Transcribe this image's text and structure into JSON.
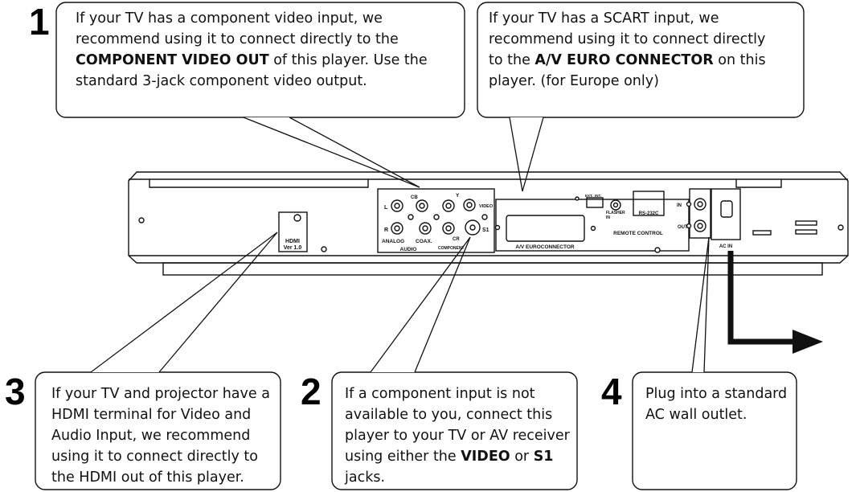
{
  "steps": [
    {
      "number": "1",
      "text_before": "If your TV has a component video input, we recommend using it to connect directly to the ",
      "bold": "COMPONENT VIDEO OUT",
      "text_after": " of this player. Use the standard 3-jack component video output."
    },
    {
      "text_before": "If your TV has a SCART input, we recommend using it to connect directly to the ",
      "bold": "A/V EURO CONNECTOR",
      "text_after": " on this player. (for Europe only)"
    },
    {
      "number": "3",
      "text": "If your TV and projector have a HDMI terminal for Video and Audio Input, we recommend using it to connect directly to the HDMI out of this player."
    },
    {
      "number": "2",
      "text_before": "If a component input is not available to you, connect this player to your TV or AV receiver using either the ",
      "bold1": "VIDEO",
      "text_mid": " or ",
      "bold2": "S1",
      "text_after": " jacks."
    },
    {
      "number": "4",
      "text": "Plug into a standard AC wall outlet."
    }
  ],
  "panel_labels": {
    "hdmi": "HDMI",
    "hdmi_ver": "Ver 1.0",
    "analog": "ANALOG",
    "coax": "COAX.",
    "audio": "AUDIO",
    "l": "L",
    "r": "R",
    "cb": "CB",
    "cr": "CR",
    "y": "Y",
    "component": "COMPONENT",
    "video": "VIDEO",
    "s1": "S1",
    "euro": "A/V EUROCONNECTOR",
    "ext": "EXT.",
    "int": "INT.",
    "flasher": "FLASHER",
    "flasher_in": "IN",
    "rs232c": "RS-232C",
    "in": "IN",
    "out": "OUT",
    "remote": "REMOTE CONTROL",
    "acin": "AC IN"
  }
}
